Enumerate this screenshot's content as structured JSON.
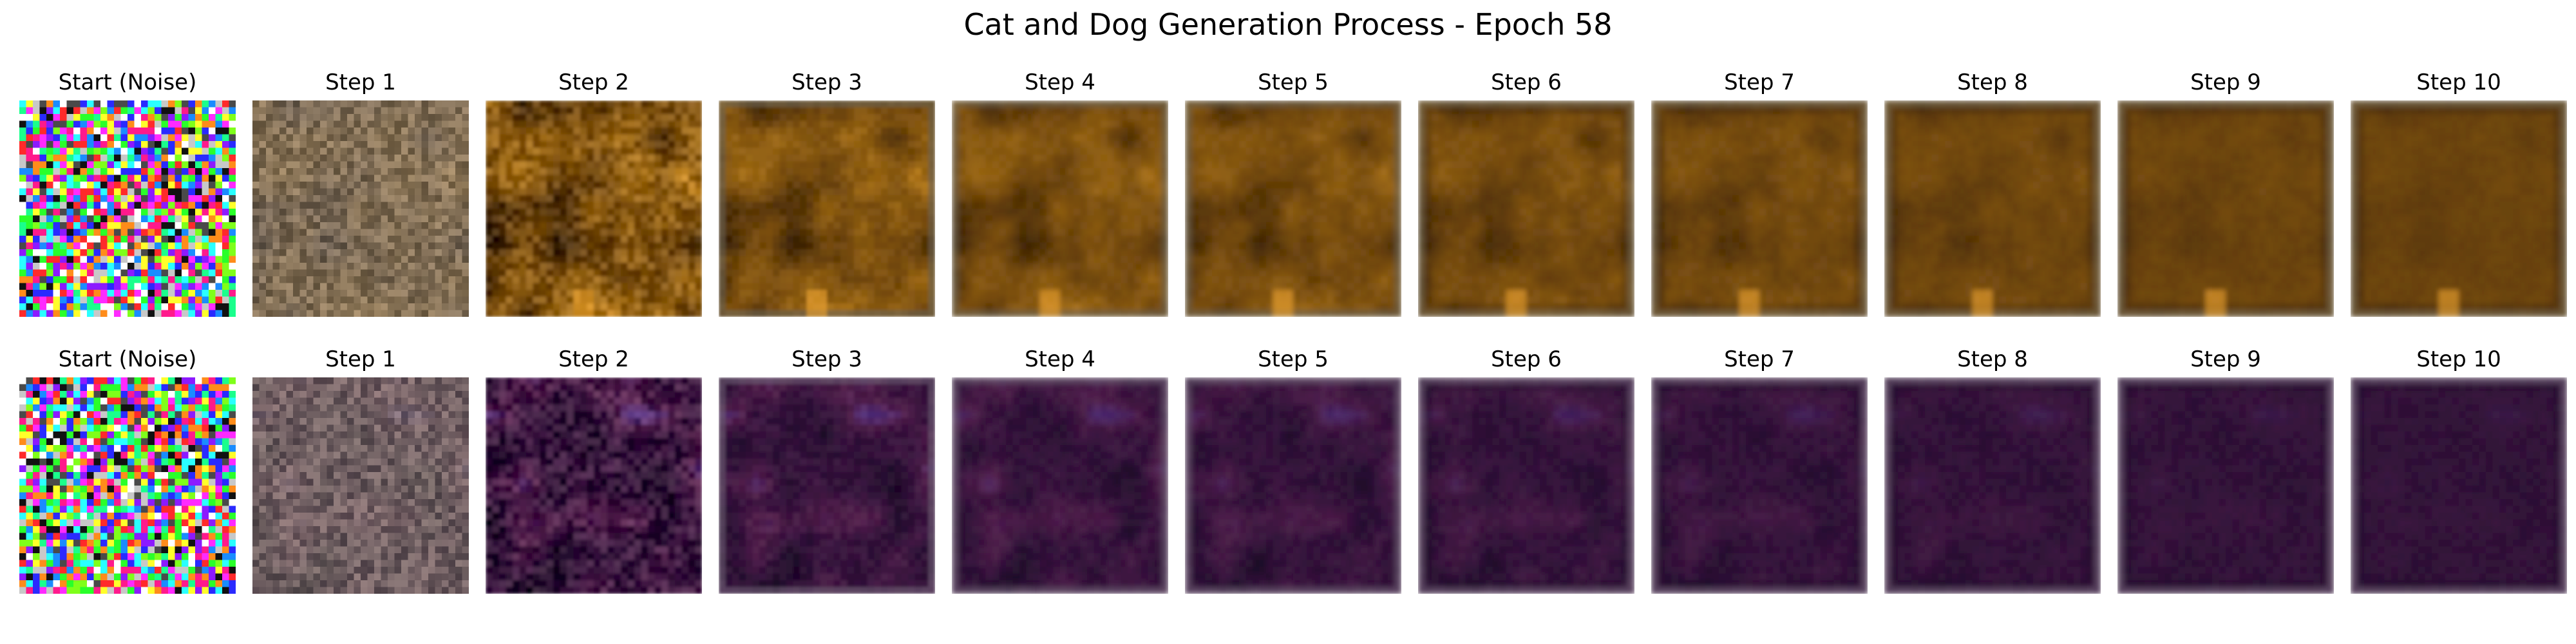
{
  "figure": {
    "title": "Cat and Dog Generation Process - Epoch 58"
  },
  "rows": [
    {
      "palette": {
        "base": "#7a4e0e",
        "light": "#c98a1c",
        "dark": "#261404",
        "highlight": "#f0a532",
        "border": "#6b6250"
      },
      "panels": [
        {
          "label": "Start (Noise)"
        },
        {
          "label": "Step 1"
        },
        {
          "label": "Step 2"
        },
        {
          "label": "Step 3"
        },
        {
          "label": "Step 4"
        },
        {
          "label": "Step 5"
        },
        {
          "label": "Step 6"
        },
        {
          "label": "Step 7"
        },
        {
          "label": "Step 8"
        },
        {
          "label": "Step 9"
        },
        {
          "label": "Step 10"
        }
      ]
    },
    {
      "palette": {
        "base": "#3a1540",
        "light": "#7a3060",
        "dark": "#12081e",
        "highlight": "#4a48c8",
        "border": "#6a5a70"
      },
      "panels": [
        {
          "label": "Start (Noise)"
        },
        {
          "label": "Step 1"
        },
        {
          "label": "Step 2"
        },
        {
          "label": "Step 3"
        },
        {
          "label": "Step 4"
        },
        {
          "label": "Step 5"
        },
        {
          "label": "Step 6"
        },
        {
          "label": "Step 7"
        },
        {
          "label": "Step 8"
        },
        {
          "label": "Step 9"
        },
        {
          "label": "Step 10"
        }
      ]
    }
  ]
}
